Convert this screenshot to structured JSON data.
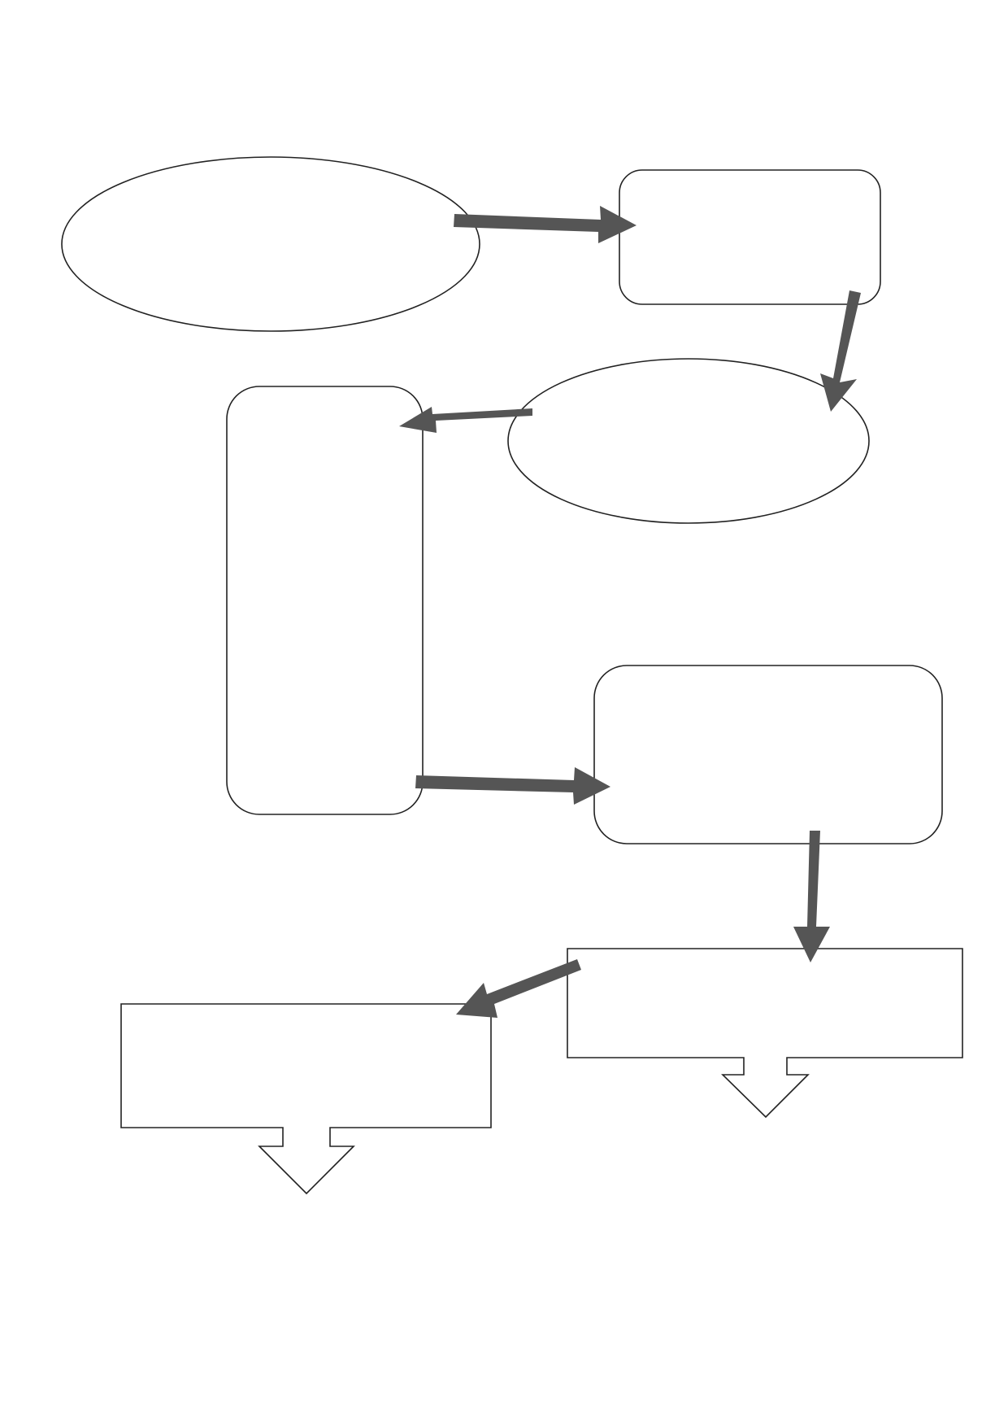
{
  "diagram": {
    "title": "",
    "nodes": [
      {
        "id": "node-1",
        "shape": "ellipse",
        "label": ""
      },
      {
        "id": "node-2",
        "shape": "rounded-rectangle",
        "label": ""
      },
      {
        "id": "node-3",
        "shape": "ellipse",
        "label": ""
      },
      {
        "id": "node-4",
        "shape": "tall-rounded-rectangle",
        "label": ""
      },
      {
        "id": "node-5",
        "shape": "rounded-rectangle",
        "label": ""
      },
      {
        "id": "node-6",
        "shape": "down-arrow-callout",
        "label": ""
      },
      {
        "id": "node-7",
        "shape": "down-arrow-callout",
        "label": ""
      }
    ],
    "edges": [
      {
        "from": "node-1",
        "to": "node-2"
      },
      {
        "from": "node-2",
        "to": "node-3"
      },
      {
        "from": "node-3",
        "to": "node-4"
      },
      {
        "from": "node-4",
        "to": "node-5"
      },
      {
        "from": "node-5",
        "to": "node-6"
      },
      {
        "from": "node-6",
        "to": "node-7"
      }
    ],
    "colors": {
      "outline": "#222222",
      "arrow": "#555555",
      "fill": "#ffffff"
    }
  }
}
